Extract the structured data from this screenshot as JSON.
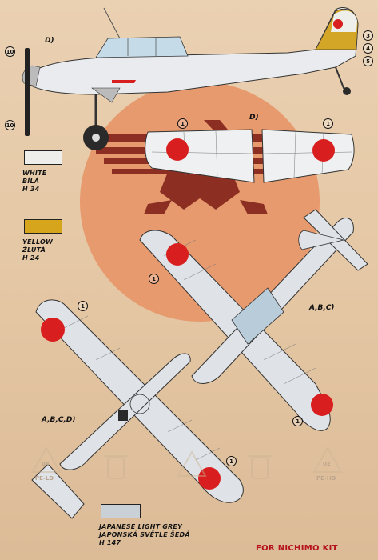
{
  "views": {
    "side": "D)",
    "wing": "D)",
    "top": "A,B,C)",
    "bottom": "A,B,C,D)"
  },
  "callouts": {
    "one": "1",
    "ten": "10",
    "three": "3",
    "four": "4",
    "five": "5"
  },
  "colors": {
    "white": {
      "lines": [
        "WHITE",
        "BÍLÁ",
        "H 34"
      ],
      "hex": "#eeeeea"
    },
    "yellow": {
      "lines": [
        "YELLOW",
        "ŽLUTÁ",
        "H 24"
      ],
      "hex": "#d6a51c"
    },
    "grey": {
      "lines": [
        "JAPANESE LIGHT GREY",
        "JAPONSKÁ SVĚTLE ŠEDÁ",
        "H 147"
      ],
      "hex": "#c9d0d6"
    }
  },
  "hinomaru_hex": "#d81e1e",
  "recycle": {
    "left_code": "04",
    "left_sub": "PE-LD",
    "right_code": "02",
    "right_sub": "PE-HD"
  },
  "footer": {
    "kit_note": "FOR NICHIMO KIT"
  },
  "icons": [
    "bird-emblem-icon",
    "recycle-triangle-icon",
    "trash-bin-icon"
  ]
}
